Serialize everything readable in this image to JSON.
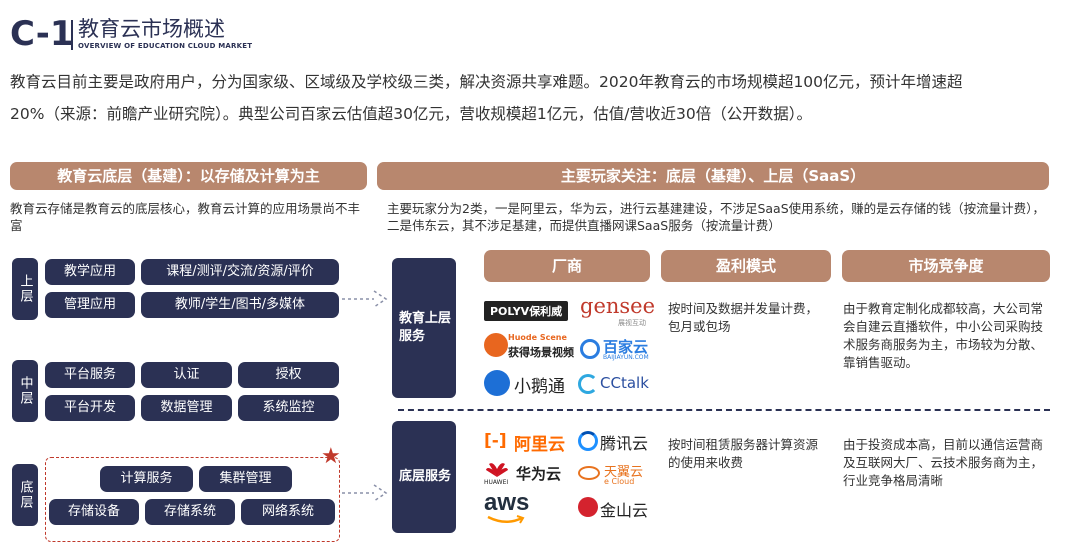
{
  "header": {
    "code": "C-1",
    "title": "教育云市场概述",
    "subtitle": "OVERVIEW OF EDUCATION CLOUD MARKET"
  },
  "intro": {
    "line1": "教育云目前主要是政府用户，分为国家级、区域级及学校级三类，解决资源共享难题。2020年教育云的市场规模超100亿元，预计年增速超",
    "line2": "20%（来源：前瞻产业研究院）。典型公司百家云估值超30亿元，营收规模超1亿元，估值/营收近30倍（公开数据）。"
  },
  "left": {
    "banner": "教育云底层（基建）：以存储及计算为主",
    "desc": "教育云存储是教育云的底层核心，教育云计算的应用场景尚不丰富",
    "layers": {
      "top": {
        "label": "上层",
        "row1": [
          "教学应用",
          "课程/测评/交流/资源/评价"
        ],
        "row2": [
          "管理应用",
          "教师/学生/图书/多媒体"
        ]
      },
      "middle": {
        "label": "中层",
        "row1": [
          "平台服务",
          "认证",
          "授权"
        ],
        "row2": [
          "平台开发",
          "数据管理",
          "系统监控"
        ]
      },
      "bottom": {
        "label": "底层",
        "row1": [
          "计算服务",
          "集群管理"
        ],
        "row2": [
          "存储设备",
          "存储系统",
          "网络系统"
        ]
      }
    }
  },
  "right": {
    "banner": "主要玩家关注：底层（基建）、上层（SaaS）",
    "desc": "主要玩家分为2类，一是阿里云，华为云，进行云基建建设，不涉足SaaS使用系统，赚的是云存储的钱（按流量计费），二是伟东云，其不涉足基建，而提供直播网课SaaS服务（按流量计费）",
    "columns": [
      "厂商",
      "盈利模式",
      "市场竞争度"
    ],
    "upper": {
      "label": "教育上层服务",
      "vendors": {
        "polyv": "POLYV保利威",
        "gensee": "gensee",
        "gensee_sub": "展视互动",
        "huode_en": "Huode Scene",
        "huode": "获得场景视频",
        "baijia": "百家云",
        "baijia_sub": "BAIJIAYUN.COM",
        "xiaoe": "小鹅通",
        "cctalk": "CCtalk"
      },
      "profit": "按时间及数据并发量计费，包月或包场",
      "competition": "由于教育定制化成都较高，大公司常会自建云直播软件，中小公司采购技术服务商服务为主，市场较为分散、靠销售驱动。"
    },
    "bottom": {
      "label": "底层服务",
      "vendors": {
        "aliyun": "阿里云",
        "tencent": "腾讯云",
        "huawei": "华为云",
        "huawei_en": "HUAWEI",
        "tianyi": "天翼云",
        "tianyi_en": "e Cloud",
        "aws": "aws",
        "kingsoft": "金山云"
      },
      "profit": "按时间租赁服务器计算资源的使用来收费",
      "competition": "由于投资成本高，目前以通信运营商及互联网大厂、云技术服务商为主，行业竞争格局清晰"
    }
  },
  "colors": {
    "navy": "#2b3154",
    "tan": "#b8876e",
    "red": "#c0392b"
  }
}
